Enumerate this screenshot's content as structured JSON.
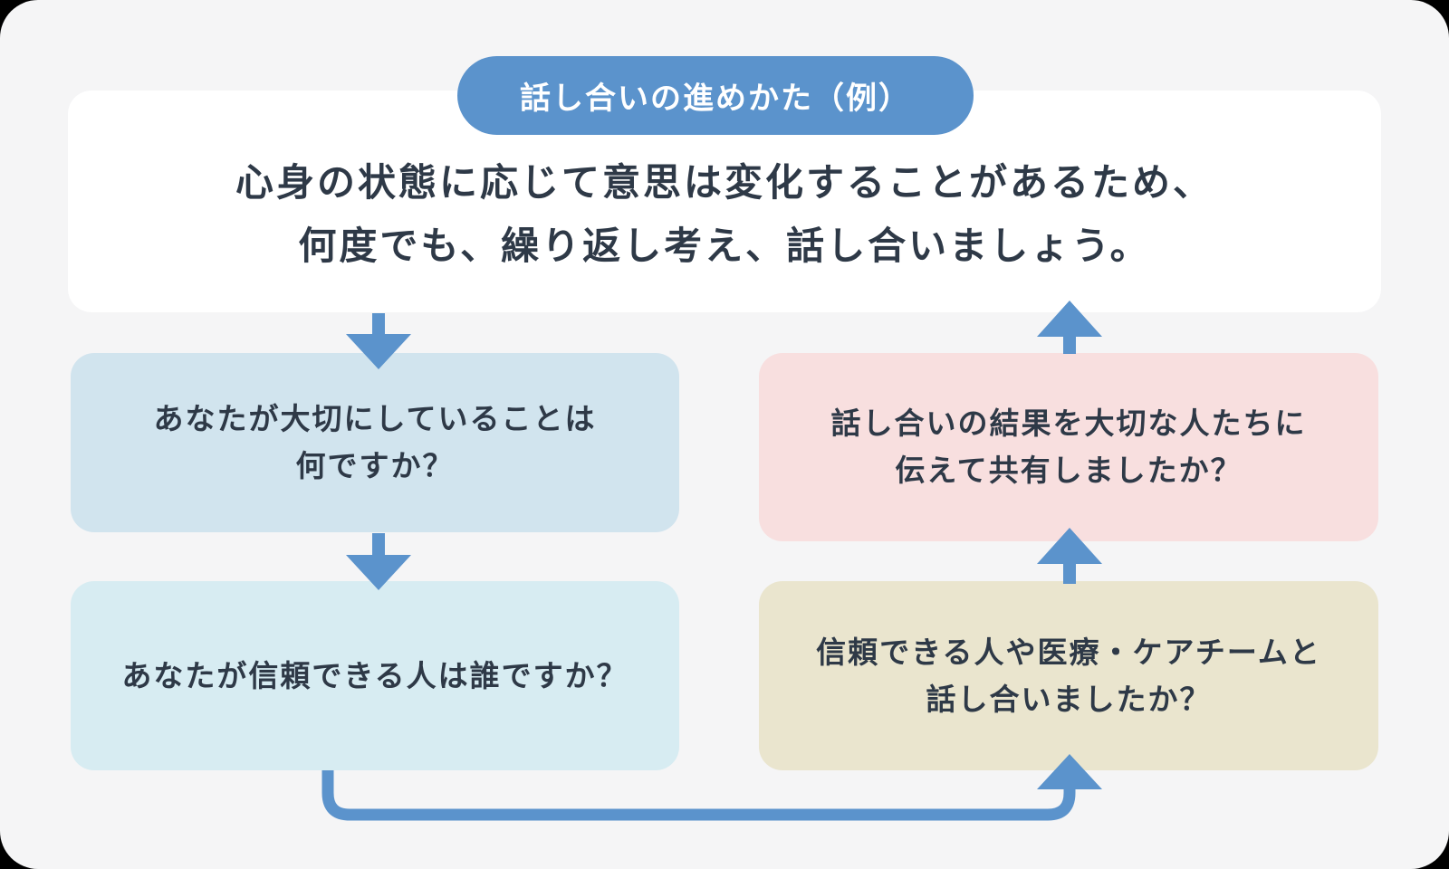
{
  "colors": {
    "accent_blue": "#5b93cc",
    "text_dark": "#2e3947",
    "box_blue": "#d1e4ee",
    "box_cyan": "#d7ecf2",
    "box_pink": "#f8dfdf",
    "box_beige": "#eae5ce",
    "panel_bg": "#f5f5f6"
  },
  "header": {
    "badge": "話し合いの進めかた（例）",
    "message_line1": "心身の状態に応じて意思は変化することがあるため、",
    "message_line2": "何度でも、繰り返し考え、話し合いましょう。"
  },
  "flow": {
    "step1": {
      "line1": "あなたが大切にしていることは",
      "line2": "何ですか？"
    },
    "step2": {
      "line1": "あなたが信頼できる人は誰ですか？"
    },
    "step3": {
      "line1": "信頼できる人や医療・ケアチームと",
      "line2": "話し合いましたか？"
    },
    "step4": {
      "line1": "話し合いの結果を大切な人たちに",
      "line2": "伝えて共有しましたか？"
    }
  }
}
